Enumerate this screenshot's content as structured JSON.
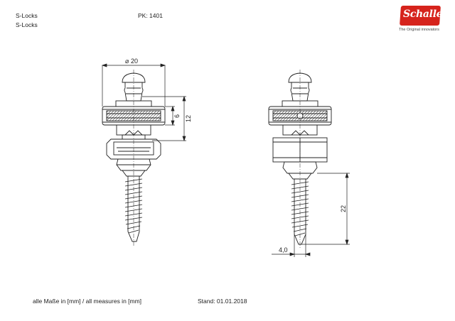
{
  "header": {
    "line1": "S-Locks",
    "line2": "S-Locks",
    "part_number": "PK: 1401"
  },
  "logo": {
    "brand": "Schaller",
    "tagline": "The Original innovators",
    "brand_color": "#d6231c"
  },
  "dimensions": {
    "diameter": "20",
    "height_6": "6",
    "height_12": "12",
    "length_22": "22",
    "thread_4": "4,0"
  },
  "footer": {
    "units_note": "alle Maße in [mm] / all measures in [mm]",
    "date": "Stand: 01.01.2018"
  }
}
